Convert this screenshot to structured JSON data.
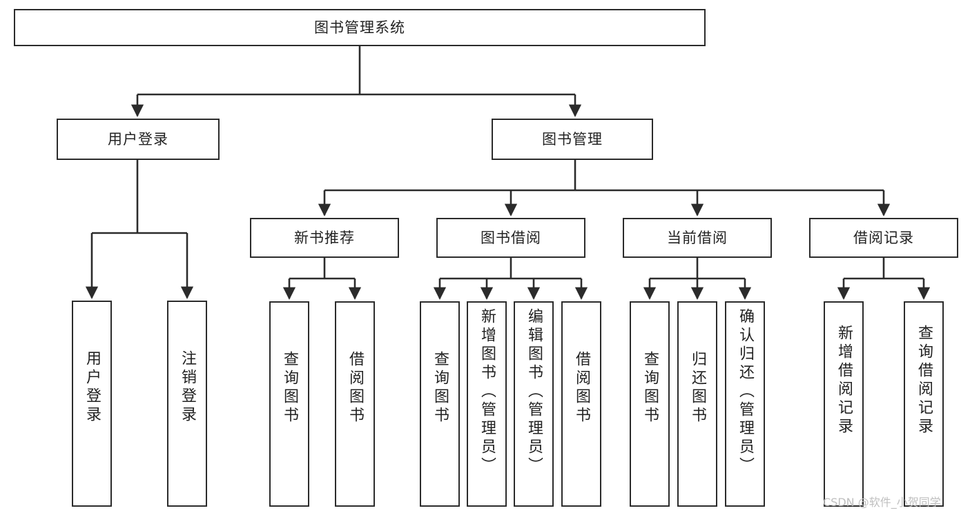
{
  "diagram": {
    "title": "图书管理系统",
    "type": "tree-hierarchy-chart",
    "orientation": "top-down",
    "line_color": "#2b2b2b",
    "box_fill": "#ffffff",
    "text_color": "#222222"
  },
  "nodes": {
    "root": {
      "label": "图书管理系统",
      "level": 0
    },
    "level1": [
      {
        "id": "user-login",
        "label": "用户登录"
      },
      {
        "id": "book-manage",
        "label": "图书管理"
      }
    ],
    "level2": [
      {
        "id": "new-book-recommend",
        "label": "新书推荐",
        "parent": "book-manage"
      },
      {
        "id": "book-borrow",
        "label": "图书借阅",
        "parent": "book-manage"
      },
      {
        "id": "current-borrow",
        "label": "当前借阅",
        "parent": "book-manage"
      },
      {
        "id": "borrow-record",
        "label": "借阅记录",
        "parent": "book-manage"
      }
    ],
    "leaves": {
      "user-login": [
        {
          "id": "leaf-user-login",
          "label": "用户登录"
        },
        {
          "id": "leaf-logout",
          "label": "注销登录"
        }
      ],
      "new-book-recommend": [
        {
          "id": "leaf-query-book-1",
          "label": "查询图书"
        },
        {
          "id": "leaf-borrow-book-1",
          "label": "借阅图书"
        }
      ],
      "book-borrow": [
        {
          "id": "leaf-query-book-2",
          "label": "查询图书"
        },
        {
          "id": "leaf-add-book",
          "label": "新增图书（管理员）"
        },
        {
          "id": "leaf-edit-book",
          "label": "编辑图书（管理员）"
        },
        {
          "id": "leaf-borrow-book-2",
          "label": "借阅图书"
        }
      ],
      "current-borrow": [
        {
          "id": "leaf-query-book-3",
          "label": "查询图书"
        },
        {
          "id": "leaf-return-book",
          "label": "归还图书"
        },
        {
          "id": "leaf-confirm-return",
          "label": "确认归还（管理员）"
        }
      ],
      "borrow-record": [
        {
          "id": "leaf-add-record",
          "label": "新增借阅记录"
        },
        {
          "id": "leaf-query-record",
          "label": "查询借阅记录"
        }
      ]
    }
  },
  "watermark": {
    "text": "CSDN @软件_小贺同学"
  }
}
